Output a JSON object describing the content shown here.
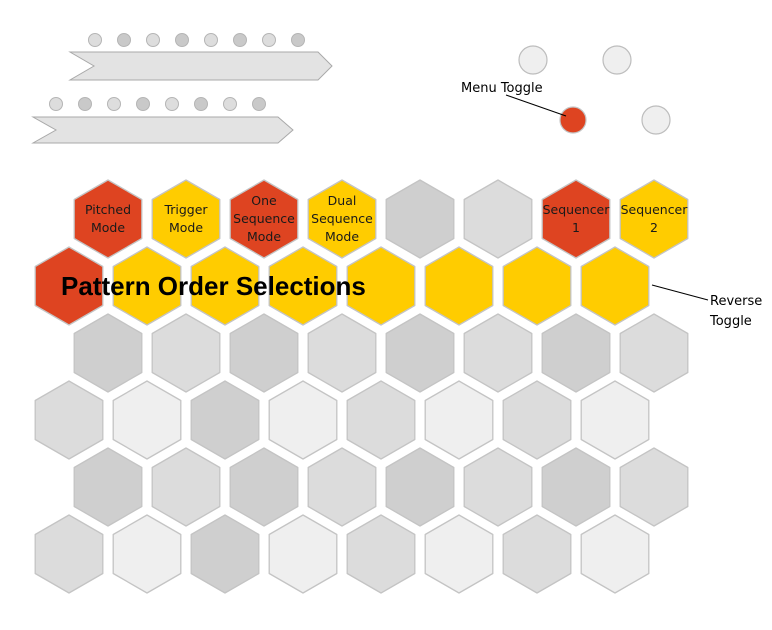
{
  "colors": {
    "red": "#DE4421",
    "yellow": "#FFCC00",
    "grey_dark": "#CFCFCF",
    "grey_mid": "#DCDCDC",
    "grey_light": "#EFEFEF",
    "hex_stroke": "#C4C4C4",
    "slider_fill": "#E3E3E3",
    "slider_stroke": "#A9A9A9",
    "dot_fill": "#DDDDDD",
    "dot_fill_alt": "#C9C9C9"
  },
  "sliders": [
    {
      "name": "slider-1",
      "dots": 8
    },
    {
      "name": "slider-2",
      "dots": 8
    }
  ],
  "round_buttons": {
    "menu_toggle_color": "red"
  },
  "mode_row": [
    {
      "label": "Pitched\nMode",
      "color": "red"
    },
    {
      "label": "Trigger\nMode",
      "color": "yellow"
    },
    {
      "label": "One\nSequence\nMode",
      "color": "red"
    },
    {
      "label": "Dual\nSequence\nMode",
      "color": "yellow"
    },
    {
      "label": "",
      "color": "grey_dark"
    },
    {
      "label": "",
      "color": "grey_mid"
    },
    {
      "label": "Sequencer\n1",
      "color": "red"
    },
    {
      "label": "Sequencer\n2",
      "color": "yellow"
    }
  ],
  "pattern_row": {
    "title": "Pattern Order Selections",
    "colors": [
      "red",
      "yellow",
      "yellow",
      "yellow",
      "yellow",
      "yellow",
      "yellow",
      "yellow"
    ]
  },
  "grid_rows": [
    [
      "grey_dark",
      "grey_mid",
      "grey_dark",
      "grey_mid",
      "grey_dark",
      "grey_mid",
      "grey_dark",
      "grey_mid"
    ],
    [
      "grey_mid",
      "grey_light",
      "grey_dark",
      "grey_light",
      "grey_mid",
      "grey_light",
      "grey_mid",
      "grey_light"
    ],
    [
      "grey_dark",
      "grey_mid",
      "grey_dark",
      "grey_mid",
      "grey_dark",
      "grey_mid",
      "grey_dark",
      "grey_mid"
    ],
    [
      "grey_mid",
      "grey_light",
      "grey_dark",
      "grey_light",
      "grey_mid",
      "grey_light",
      "grey_mid",
      "grey_light"
    ]
  ],
  "callouts": {
    "menu_toggle": "Menu Toggle",
    "reverse_toggle_line1": "Reverse",
    "reverse_toggle_line2": "Toggle"
  }
}
